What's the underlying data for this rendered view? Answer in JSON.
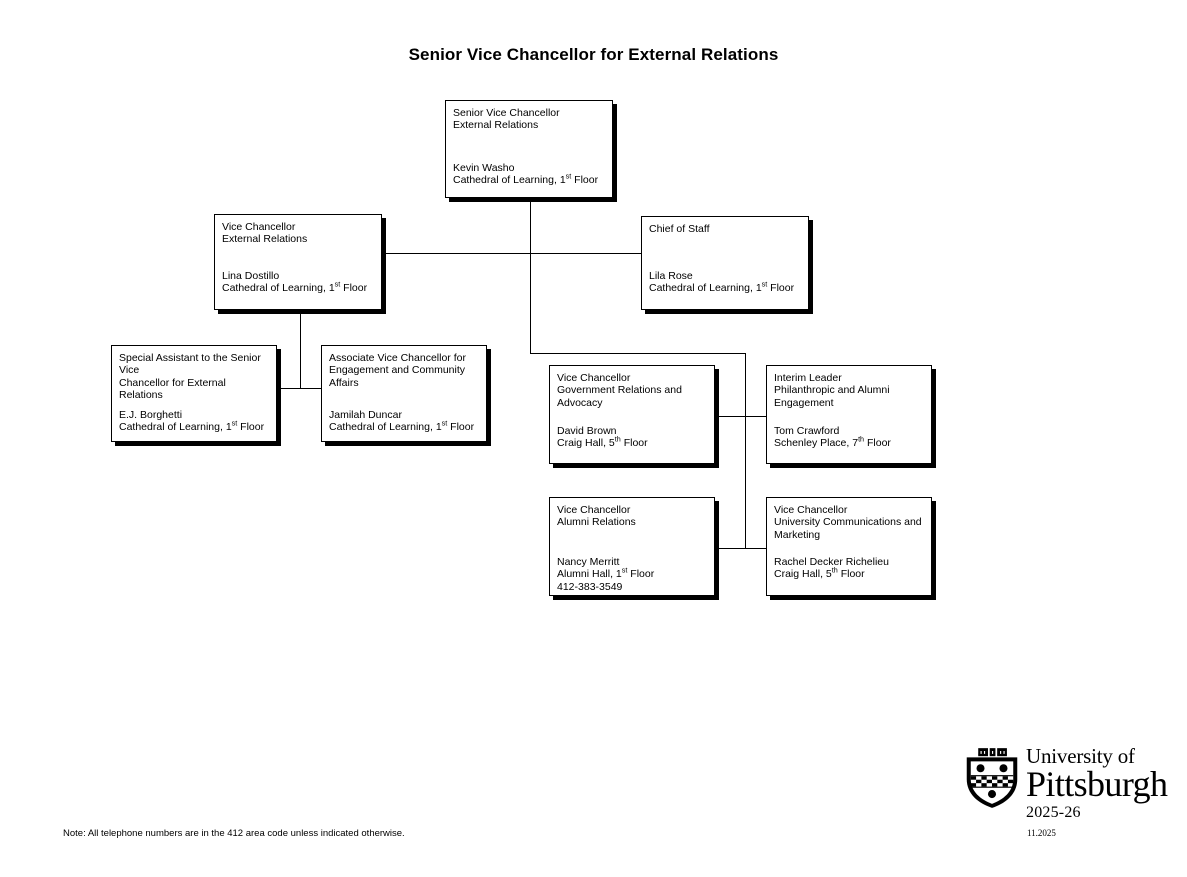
{
  "page": {
    "title": "Senior Vice Chancellor for External Relations",
    "background_color": "#ffffff",
    "text_color": "#000000"
  },
  "nodes": {
    "svc": {
      "title_line1": "Senior Vice Chancellor",
      "title_line2": "External Relations",
      "person": "Kevin Washo",
      "location_prefix": "Cathedral of Learning, 1",
      "location_sup": "st",
      "location_suffix": " Floor"
    },
    "vc_external": {
      "title_line1": "Vice Chancellor",
      "title_line2": "External Relations",
      "person": "Lina Dostillo",
      "location_prefix": "Cathedral of Learning, 1",
      "location_sup": "st",
      "location_suffix": " Floor"
    },
    "chief_of_staff": {
      "title_line1": "Chief of Staff",
      "title_line2": "",
      "person": "Lila Rose",
      "location_prefix": "Cathedral of Learning, 1",
      "location_sup": "st",
      "location_suffix": " Floor"
    },
    "special_assistant": {
      "title_line1": "Special Assistant to the Senior Vice",
      "title_line2": "Chancellor for External Relations",
      "person": "E.J. Borghetti",
      "location_prefix": "Cathedral of Learning, 1",
      "location_sup": "st",
      "location_suffix": " Floor"
    },
    "assoc_vc_engagement": {
      "title_line1": "Associate Vice Chancellor for",
      "title_line2": "Engagement and Community Affairs",
      "person": "Jamilah Duncar",
      "location_prefix": "Cathedral of Learning, 1",
      "location_sup": "st",
      "location_suffix": " Floor"
    },
    "vc_government": {
      "title_line1": "Vice Chancellor",
      "title_line2": "Government Relations and Advocacy",
      "person": "David Brown",
      "location_prefix": "Craig Hall, 5",
      "location_sup": "th",
      "location_suffix": " Floor"
    },
    "interim_philanthropic": {
      "title_line1": "Interim Leader",
      "title_line2": "Philanthropic and Alumni Engagement",
      "person": "Tom Crawford",
      "location_prefix": "Schenley Place, 7",
      "location_sup": "th",
      "location_suffix": " Floor"
    },
    "vc_alumni": {
      "title_line1": "Vice Chancellor",
      "title_line2": "Alumni Relations",
      "person": "Nancy Merritt",
      "location_prefix": "Alumni Hall, 1",
      "location_sup": "st",
      "location_suffix": " Floor",
      "phone": "412-383-3549"
    },
    "vc_communications": {
      "title_line1": "Vice Chancellor",
      "title_line2": "University Communications and",
      "title_line3": "Marketing",
      "person": "Rachel Decker Richelieu",
      "location_prefix": "Craig Hall, 5",
      "location_sup": "th",
      "location_suffix": " Floor"
    }
  },
  "footer": {
    "note": "Note: All telephone numbers are in the 412 area code unless indicated otherwise.",
    "date": "11.2025"
  },
  "logo": {
    "line1": "University of",
    "line2": "Pittsburgh",
    "year": "2025-26"
  }
}
